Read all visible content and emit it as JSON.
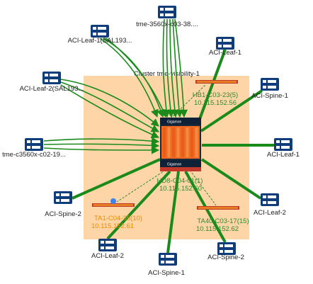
{
  "cluster": {
    "label": "Cluster tme-visibility-1"
  },
  "colors": {
    "cluster_fill": "#fdd5a7",
    "link": "#1a8a1a",
    "switch_icon": "#0f3c7a",
    "hub_orange": "#ef6a23",
    "dashed_link": "#2e8b2e"
  },
  "nodes": {
    "n_top": {
      "label": "tme-3560x-c03-38....",
      "icon": "switch-icon"
    },
    "n_leaf1_top": {
      "label": "ACI-Leaf-1(SAL193...",
      "icon": "switch-icon"
    },
    "n_leaf1_tr": {
      "label": "ACI-Leaf-1",
      "icon": "switch-icon"
    },
    "n_leaf2_l": {
      "label": "ACI-Leaf-2(SAL193...",
      "icon": "switch-icon"
    },
    "n_spine1_r": {
      "label": "ACI-Spine-1",
      "icon": "switch-icon"
    },
    "n_c02": {
      "label": "tme-c3560x-c02-19...",
      "icon": "switch-icon"
    },
    "n_leaf1_r": {
      "label": "ACI-Leaf-1",
      "icon": "switch-icon"
    },
    "n_leaf2_r": {
      "label": "ACI-Leaf-2",
      "icon": "switch-icon"
    },
    "n_spine2_l": {
      "label": "ACI-Spine-2",
      "icon": "switch-icon"
    },
    "n_leaf2_b": {
      "label": "ACI-Leaf-2",
      "icon": "switch-icon"
    },
    "n_spine1_b": {
      "label": "ACI-Spine-1",
      "icon": "switch-icon"
    },
    "n_spine2_b": {
      "label": "ACI-Spine-2",
      "icon": "switch-icon"
    }
  },
  "hub": {
    "name": "HD8-C04-01(1)",
    "ip": "10.115.152.60",
    "brand": "Gigamon"
  },
  "devices": {
    "hb1": {
      "name": "HB1-C03-23(5)",
      "ip": "10.115.152.56"
    },
    "ta1": {
      "name": "TA1-C04-35(10)",
      "ip": "10.115.152.61"
    },
    "ta40": {
      "name": "TA40-C03-17(15)",
      "ip": "10.115.152.62"
    }
  }
}
